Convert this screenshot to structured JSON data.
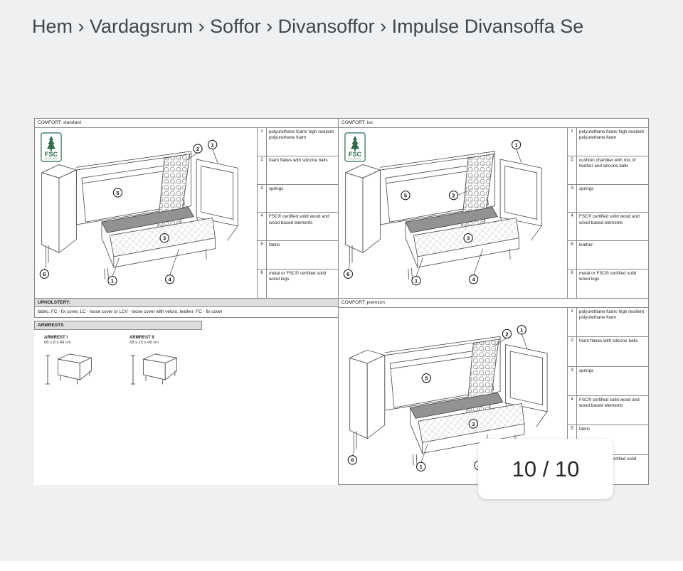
{
  "colors": {
    "background": "#eef0f1",
    "sheet": "#ffffff",
    "fsc_green": "#2c6e49"
  },
  "breadcrumb": "Hem › Vardagsrum › Soffor › Divansoffor › Impulse Divansoffa Se",
  "pagination": {
    "label": "10 / 10"
  },
  "diagram": {
    "fsc_label": "FSC",
    "panels": [
      {
        "id": "standard",
        "header": "COMFORT: standard",
        "callouts": [
          "2",
          "1",
          "5",
          "3",
          "1",
          "4",
          "6"
        ],
        "legend": [
          {
            "num": "1",
            "text": "polyurethane foam/ high resilient polyurethane foam"
          },
          {
            "num": "2",
            "text": "foam flakes with silicone balls"
          },
          {
            "num": "3",
            "text": "springs"
          },
          {
            "num": "4",
            "text": "FSC® certified solid wood and wood based elements"
          },
          {
            "num": "5",
            "text": "fabric"
          },
          {
            "num": "6",
            "text": "metal or FSC® certified solid wood legs"
          }
        ]
      },
      {
        "id": "lux",
        "header": "COMFORT: lux",
        "callouts": [
          "1",
          "2",
          "5",
          "3",
          "1",
          "4",
          "6"
        ],
        "legend": [
          {
            "num": "1",
            "text": "polyurethane foam/ high resilient polyurethane foam"
          },
          {
            "num": "2",
            "text": "cushion chamber with mix of feather and silicone balls"
          },
          {
            "num": "3",
            "text": "springs"
          },
          {
            "num": "4",
            "text": "FSC® certified solid wood and wood based elements"
          },
          {
            "num": "5",
            "text": "leather"
          },
          {
            "num": "6",
            "text": "metal or FSC® certified solid wood legs"
          }
        ]
      },
      {
        "id": "premium",
        "header": "COMFORT: premium",
        "callouts": [
          "2",
          "1",
          "5",
          "3",
          "1",
          "4",
          "6"
        ],
        "legend": [
          {
            "num": "1",
            "text": "polyurethane foam/ high resilient polyurethane foam"
          },
          {
            "num": "2",
            "text": "foam flakes with silicone balls"
          },
          {
            "num": "3",
            "text": "springs"
          },
          {
            "num": "4",
            "text": "FSC® certified solid wood and wood based elements"
          },
          {
            "num": "5",
            "text": "fabric"
          },
          {
            "num": "6",
            "text": "metal or FSC® certified solid wood legs"
          }
        ]
      }
    ],
    "upholstery": {
      "title": "UPHOLSTERY:",
      "text": "fabric: FC - fix cover, LC - loose cover or LCV - loose cover with velcro, leather: FC - fix cover"
    },
    "armrests": {
      "title": "ARMRESTS",
      "items": [
        {
          "label": "ARMREST I",
          "dims": "68 x 8 x 49 cm"
        },
        {
          "label": "ARMREST II",
          "dims": "68 x 15 x 49 cm"
        }
      ]
    }
  }
}
